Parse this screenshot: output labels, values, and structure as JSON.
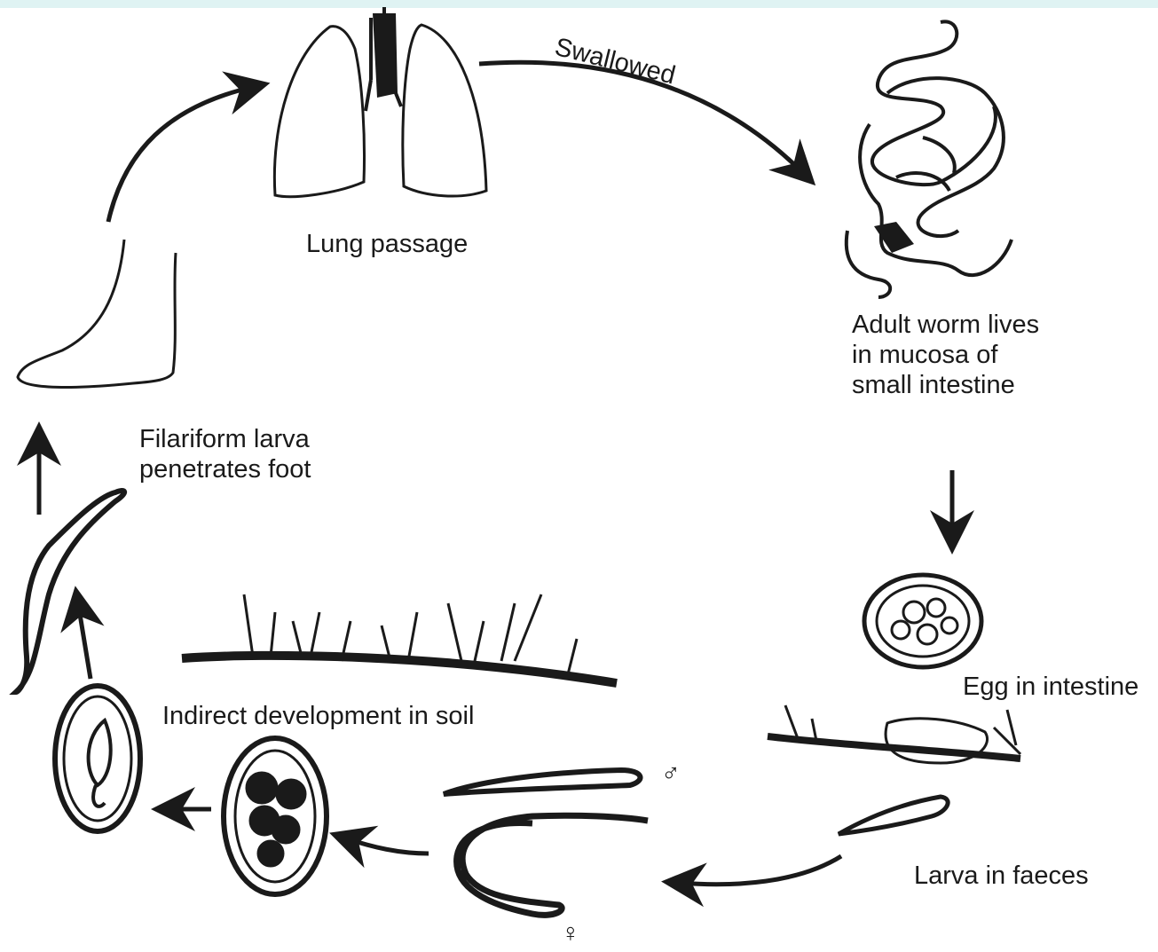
{
  "labels": {
    "swallowed": "Swallowed",
    "lung_passage": "Lung passage",
    "adult_worm": [
      "Adult worm lives",
      "in mucosa of",
      "small intestine"
    ],
    "filariform": [
      "Filariform larva",
      "penetrates foot"
    ],
    "indirect": "Indirect development in soil",
    "egg": "Egg in intestine",
    "larva_faeces": "Larva in faeces",
    "male_symbol": "♂",
    "female_symbol": "♀"
  },
  "colors": {
    "ink": "#1a1a1a",
    "top_band": "#dff3f3",
    "background": "#ffffff"
  }
}
